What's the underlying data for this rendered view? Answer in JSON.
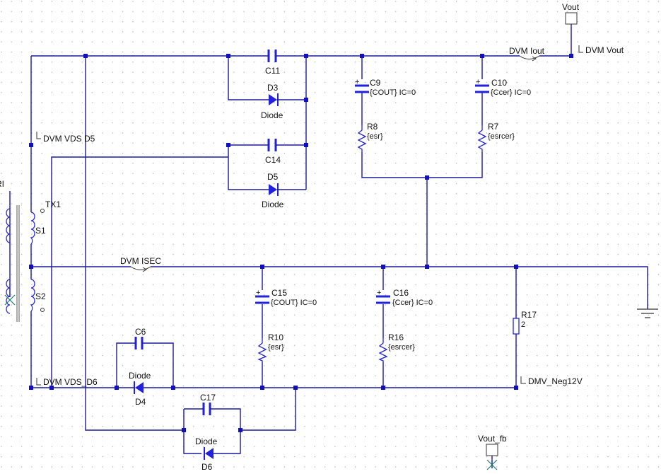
{
  "components": {
    "C11": {
      "name": "C11"
    },
    "C14": {
      "name": "C14"
    },
    "C6": {
      "name": "C6"
    },
    "C17": {
      "name": "C17"
    },
    "C9": {
      "name": "C9",
      "value": "{COUT} IC=0"
    },
    "C10": {
      "name": "C10",
      "value": "{Ccer} IC=0"
    },
    "C15": {
      "name": "C15",
      "value": "{COUT} IC=0"
    },
    "C16": {
      "name": "C16",
      "value": "{Ccer} IC=0"
    },
    "R8": {
      "name": "R8",
      "value": "{esr}"
    },
    "R7": {
      "name": "R7",
      "value": "{esrcer}"
    },
    "R10": {
      "name": "R10",
      "value": "{esr}"
    },
    "R16": {
      "name": "R16",
      "value": "{esrcer}"
    },
    "R17": {
      "name": "R17",
      "value": "2"
    },
    "D3": {
      "name": "D3",
      "model": "Diode"
    },
    "D5": {
      "name": "D5",
      "model": "Diode"
    },
    "D4": {
      "name": "D4",
      "model": "Diode"
    },
    "D6": {
      "name": "D6",
      "model": "Diode"
    },
    "TX1": {
      "name": "TX1",
      "s1": "S1",
      "s2": "S2",
      "pri": "RI"
    }
  },
  "probes": {
    "vds_d5": "DVM VDS D5",
    "vds_d6": "DVM VDS_D6",
    "iout": "DVM Iout",
    "vout": "DVM Vout",
    "isec": "DVM ISEC",
    "neg12v": "DMV_Neg12V"
  },
  "ports": {
    "vout": "Vout",
    "vout_fb": "Vout_fb"
  },
  "colors": {
    "wire": "#1a1a9c",
    "component": "#2222dd",
    "grid_dot": "#b8b8b8"
  }
}
